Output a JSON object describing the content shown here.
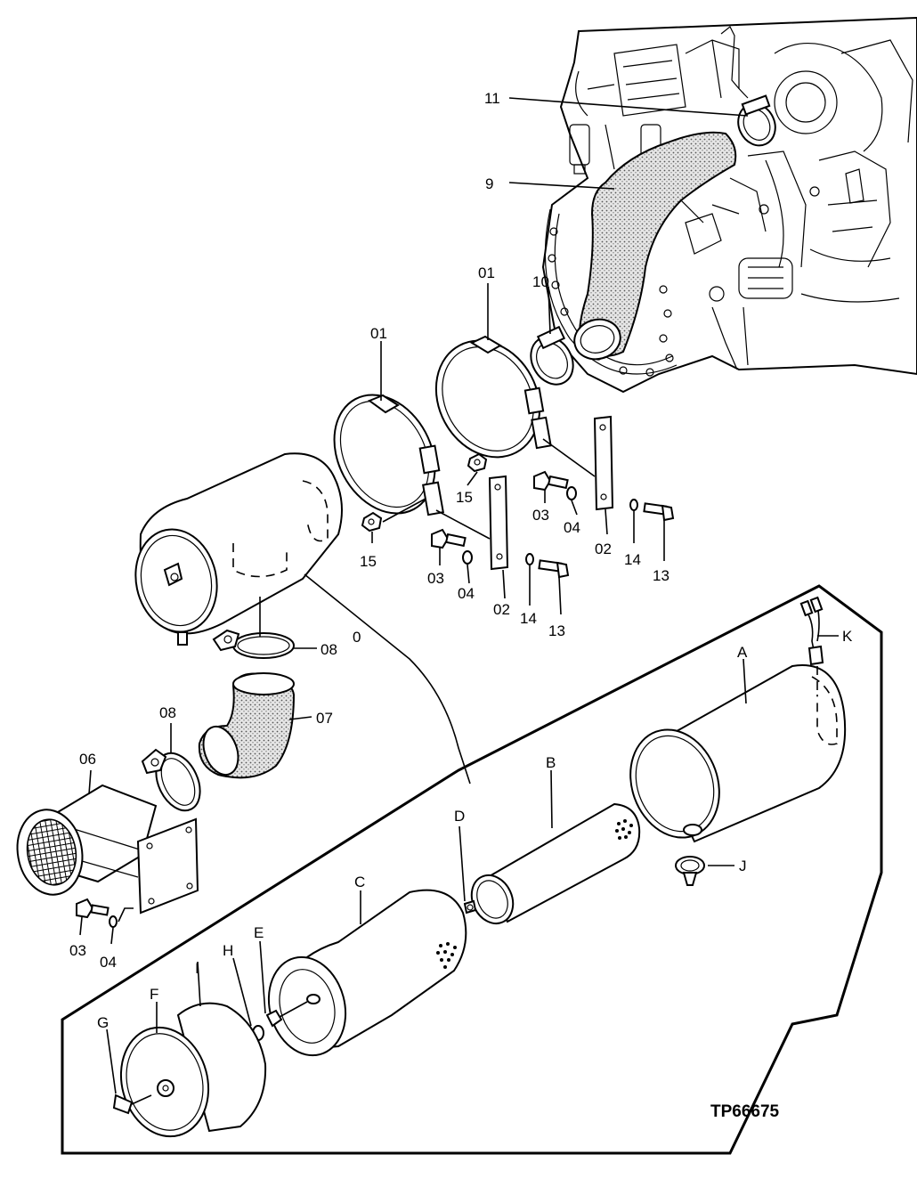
{
  "reference_code": "TP66675",
  "labels": {
    "l11": "11",
    "l9": "9",
    "l01a": "01",
    "l10": "10",
    "l01b": "01",
    "l15a": "15",
    "l03a": "03",
    "l04a": "04",
    "l02a": "02",
    "l14a": "14",
    "l13a": "13",
    "l15b": "15",
    "l03b": "03",
    "l04b": "04",
    "l02b": "02",
    "l14b": "14",
    "l13b": "13",
    "l0": "0",
    "l08a": "08",
    "l07": "07",
    "l08b": "08",
    "l06": "06",
    "l03c": "03",
    "l04c": "04",
    "lA": "A",
    "lK": "K",
    "lB": "B",
    "lD": "D",
    "lJ": "J",
    "lC": "C",
    "lE": "E",
    "lH": "H",
    "lI": "I",
    "lF": "F",
    "lG": "G"
  },
  "colors": {
    "ink": "#000000",
    "paper": "#ffffff",
    "hose_fill": "#d8d8d8"
  }
}
